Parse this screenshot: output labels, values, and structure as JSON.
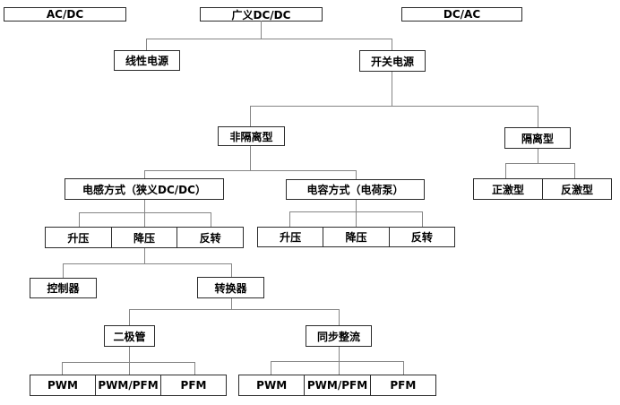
{
  "diagram": {
    "background": "#ffffff",
    "colors": {
      "box_border": "#2b2b2b",
      "connector_line": "#858585",
      "text": "#000000"
    },
    "nodes": {
      "ac_dc": "AC/DC",
      "guangyi_dcdc": "广义DC/DC",
      "dc_ac": "DC/AC",
      "linear_power": "线性电源",
      "switching_power": "开关电源",
      "non_isolated": "非隔离型",
      "isolated": "隔离型",
      "inductive_mode": "电感方式（狭义DC/DC）",
      "capacitive_mode": "电容方式（电荷泵）",
      "forward_type": "正激型",
      "flyback_type": "反激型",
      "boost": "升压",
      "buck": "降压",
      "invert": "反转",
      "controller": "控制器",
      "converter": "转换器",
      "diode": "二极管",
      "sync_rectifier": "同步整流",
      "pwm": "PWM",
      "pwm_pfm": "PWM/PFM",
      "pfm": "PFM"
    },
    "hierarchy": [
      {
        "parent": "广义DC/DC",
        "children": [
          "线性电源",
          "开关电源"
        ]
      },
      {
        "parent": "开关电源",
        "children": [
          "非隔离型",
          "隔离型"
        ]
      },
      {
        "parent": "非隔离型",
        "children": [
          "电感方式（狭义DC/DC）",
          "电容方式（电荷泵）"
        ]
      },
      {
        "parent": "隔离型",
        "children": [
          "正激型",
          "反激型"
        ]
      },
      {
        "parent": "电感方式（狭义DC/DC）",
        "children": [
          "升压",
          "降压",
          "反转"
        ]
      },
      {
        "parent": "电容方式（电荷泵）",
        "children": [
          "升压",
          "降压",
          "反转"
        ]
      },
      {
        "parent": "降压",
        "children": [
          "控制器",
          "转换器"
        ]
      },
      {
        "parent": "转换器",
        "children": [
          "二极管",
          "同步整流"
        ]
      },
      {
        "parent": "二极管",
        "children": [
          "PWM",
          "PWM/PFM",
          "PFM"
        ]
      },
      {
        "parent": "同步整流",
        "children": [
          "PWM",
          "PWM/PFM",
          "PFM"
        ]
      }
    ]
  }
}
